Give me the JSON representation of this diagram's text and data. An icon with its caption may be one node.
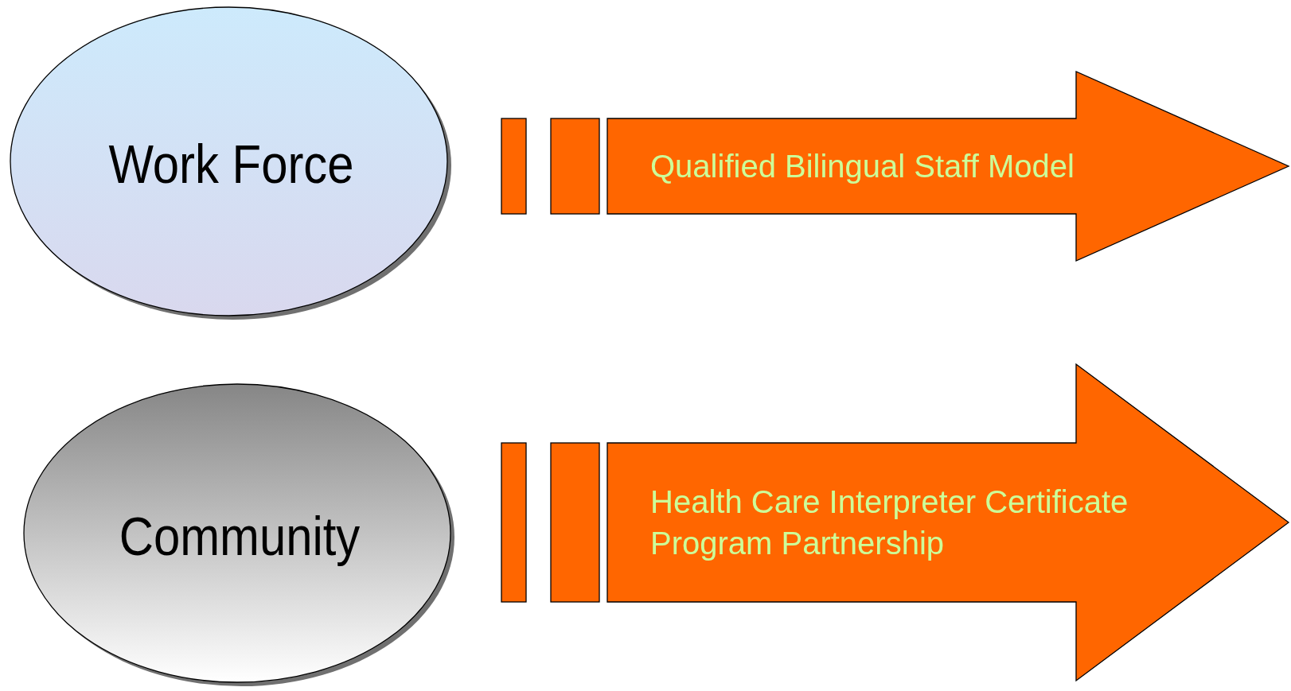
{
  "diagram": {
    "nodes": [
      {
        "text": [
          "Work Force"
        ]
      },
      {
        "text": [
          "Qualified Bilingual Staff Model"
        ]
      },
      {
        "text": [
          "Community"
        ]
      },
      {
        "text": [
          "Health Care Interpreter Certificate Program Partnership"
        ]
      }
    ]
  }
}
